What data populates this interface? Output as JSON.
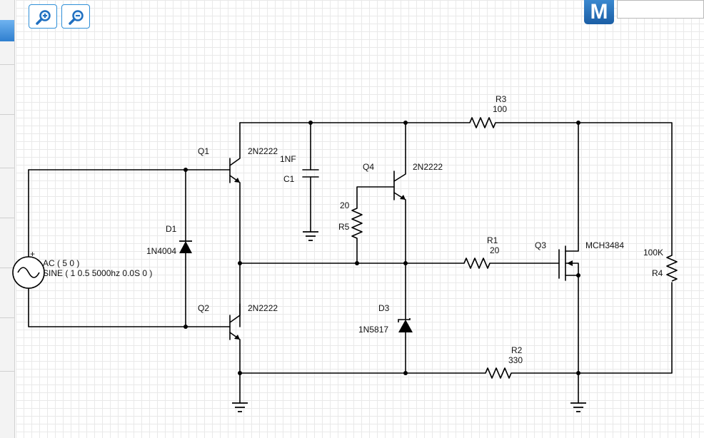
{
  "toolbar": {
    "zoom_in_icon": "zoom-in-icon",
    "zoom_out_icon": "zoom-out-icon",
    "logo_text": "M",
    "search_value": ""
  },
  "colors": {
    "accent": "#2f8fd8",
    "logo": "#1f66b0",
    "wire": "#000000",
    "grid": "#e9e9e9"
  },
  "components": {
    "source": {
      "polarity": "+",
      "line1": "AC ( 5 0 )",
      "line2": "SINE ( 1 0.5 5000hz 0.0S 0 )"
    },
    "q1": {
      "ref": "Q1",
      "model": "2N2222"
    },
    "q2": {
      "ref": "Q2",
      "model": "2N2222"
    },
    "q3": {
      "ref": "Q3",
      "model": "MCH3484"
    },
    "q4": {
      "ref": "Q4",
      "model": "2N2222"
    },
    "d1": {
      "ref": "D1",
      "model": "1N4004"
    },
    "d3": {
      "ref": "D3",
      "model": "1N5817"
    },
    "c1": {
      "ref": "C1",
      "value": "1NF"
    },
    "r1": {
      "ref": "R1",
      "value": "20"
    },
    "r2": {
      "ref": "R2",
      "value": "330"
    },
    "r3": {
      "ref": "R3",
      "value": "100"
    },
    "r4": {
      "ref": "R4",
      "value": "100K"
    },
    "r5": {
      "ref": "R5",
      "value": "20"
    }
  }
}
